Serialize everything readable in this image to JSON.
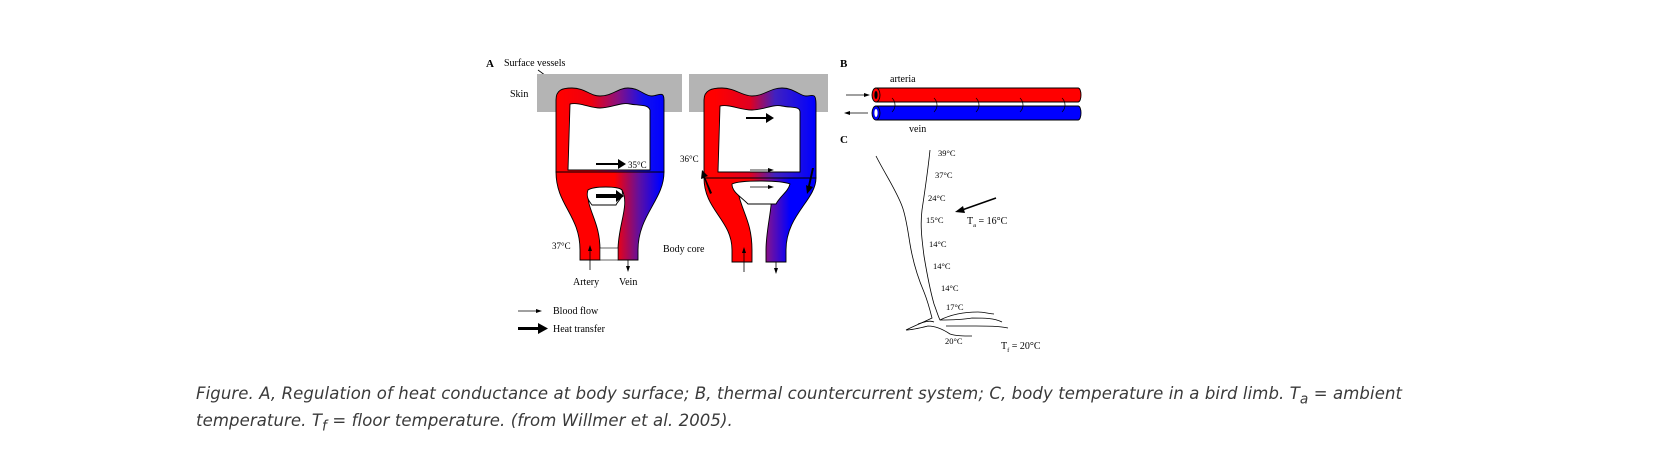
{
  "panelA": {
    "letter": "A",
    "surface_vessels": "Surface vessels",
    "skin": "Skin",
    "temp_35": "35°C",
    "temp_37": "37°C",
    "temp_36": "36°C",
    "artery": "Artery",
    "vein": "Vein",
    "body_core": "Body core",
    "legend": {
      "blood_flow": "Blood flow",
      "heat_transfer": "Heat transfer"
    }
  },
  "panelB": {
    "letter": "B",
    "arteria": "arteria",
    "vein": "vein"
  },
  "panelC": {
    "letter": "C",
    "temps": [
      "39°C",
      "37°C",
      "24°C",
      "15°C",
      "14°C",
      "14°C",
      "14°C",
      "17°C",
      "20°C"
    ],
    "ambient_main": "T",
    "ambient_sub": "a",
    "ambient_rest": " = 16°C",
    "floor_main": "T",
    "floor_sub": "f",
    "floor_rest": " = 20°C"
  },
  "caption": {
    "prefix": "Figure. A, Regulation of heat conductance at body surface; B, thermal countercurrent system; C, body temperature in a bird limb. T",
    "sub_a": "a",
    "mid": " = ambient temperature. T",
    "sub_f": "f",
    "suffix": " = floor temperature. (from Willmer et al. 2005)."
  },
  "colors": {
    "artery": "#ff0000",
    "vein": "#0000ff",
    "skin": "#b4b4b4"
  }
}
